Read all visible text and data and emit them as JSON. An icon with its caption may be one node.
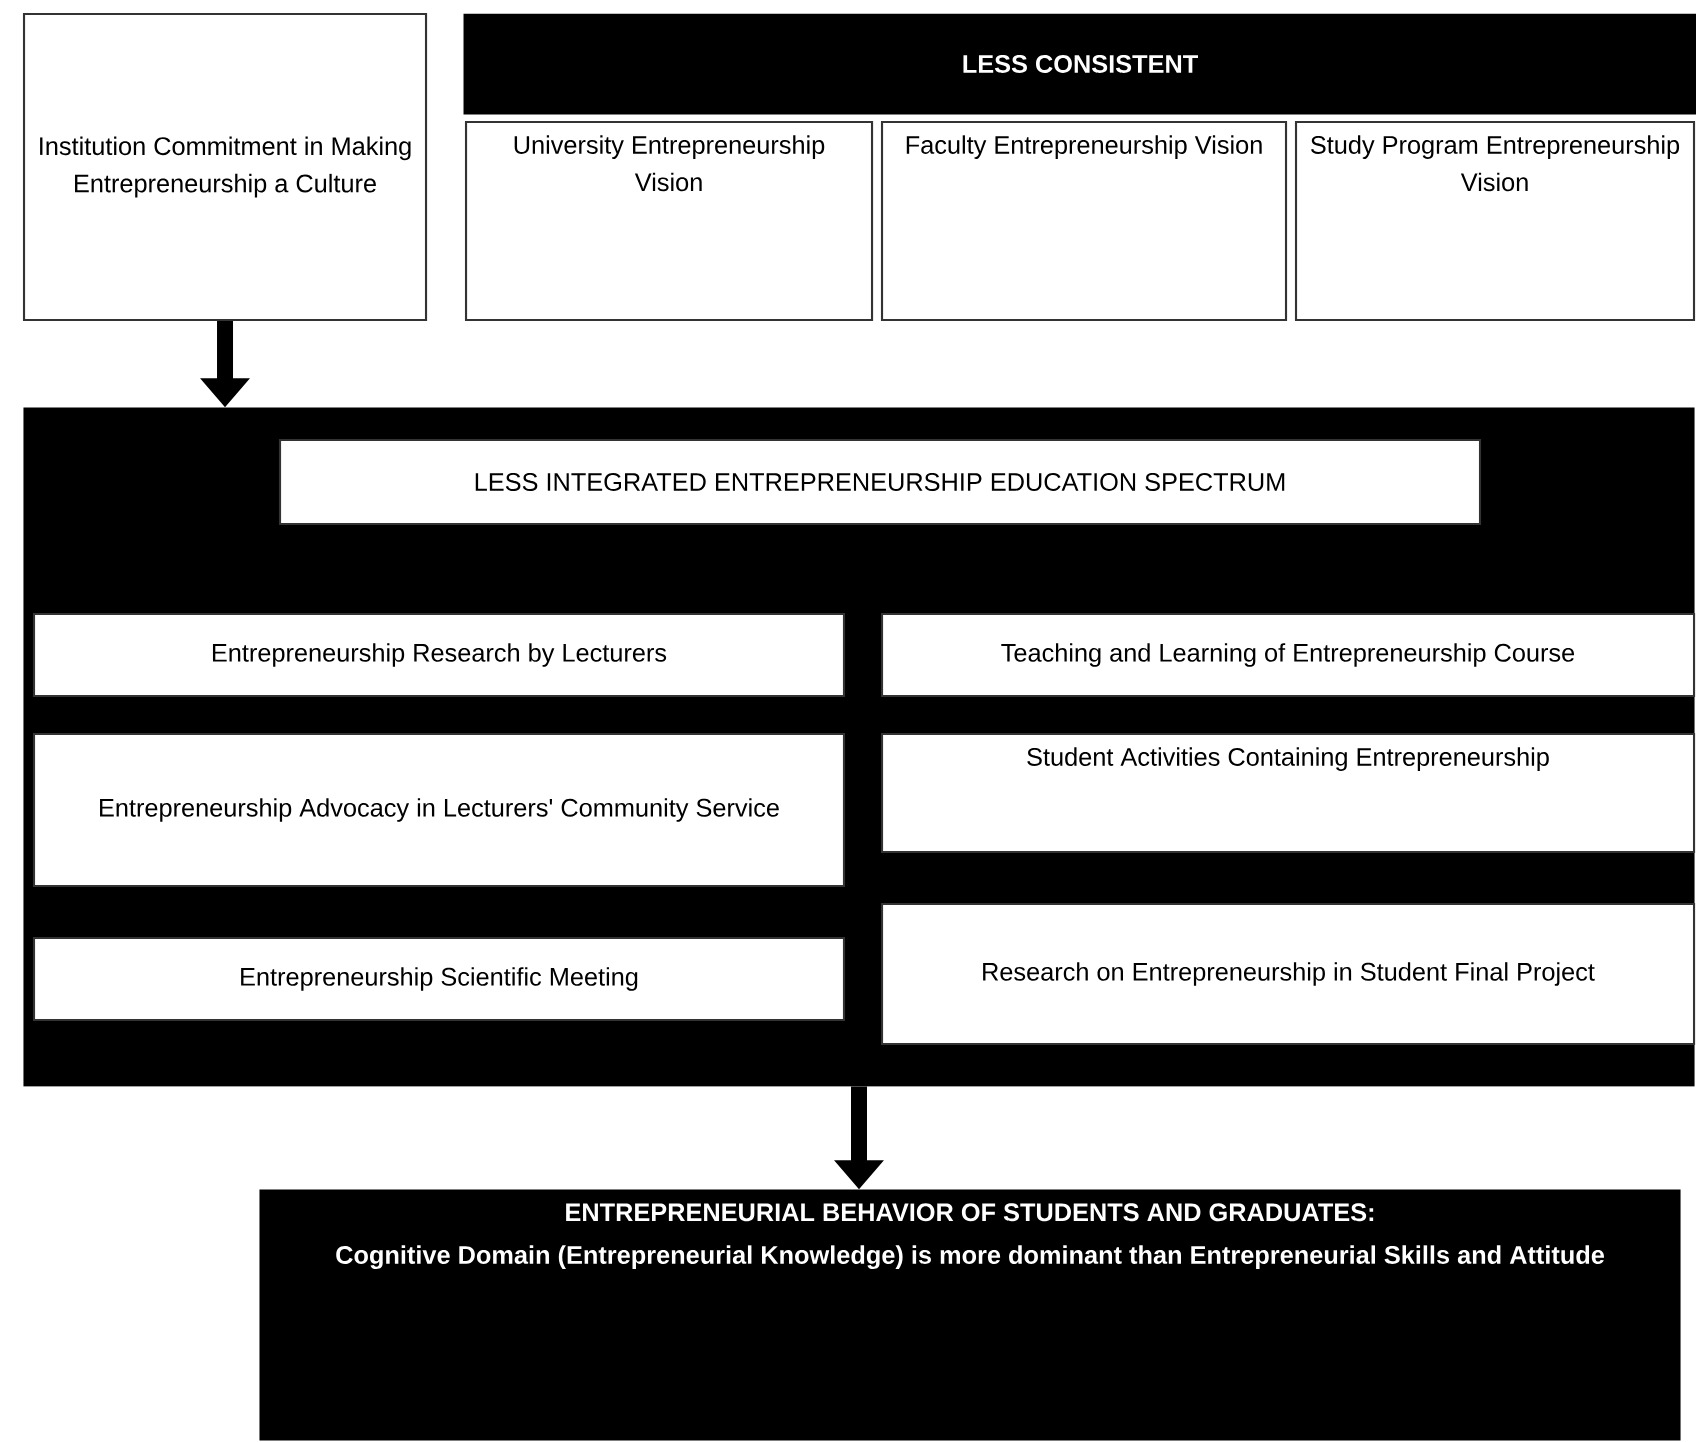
{
  "diagram": {
    "nodes": [
      {
        "text": [
          "Institution Commitment in Making Entrepreneurship a Culture"
        ]
      },
      {
        "text": [
          "LESS CONSISTENT"
        ]
      },
      {
        "text": [
          "University Entrepreneurship Vision"
        ]
      },
      {
        "text": [
          "Faculty Entrepreneurship Vision"
        ]
      },
      {
        "text": [
          "Study Program Entrepreneurship Vision"
        ]
      },
      {
        "text": [],
        "shape": "box"
      },
      {
        "text": [
          "LESS INTEGRATED ENTREPRENEURSHIP EDUCATION SPECTRUM"
        ],
        "in": 5
      },
      {
        "text": [
          "Entrepreneurship Research by Lecturers"
        ],
        "in": 5
      },
      {
        "text": [
          "Entrepreneurship Advocacy in Lecturers' Community Service"
        ],
        "in": 5
      },
      {
        "text": [
          "Entrepreneurship Scientific Meeting"
        ],
        "in": 5
      },
      {
        "text": [
          "Teaching and Learning of Entrepreneurship Course"
        ],
        "in": 5
      },
      {
        "text": [
          "Student Activities Containing Entrepreneurship"
        ],
        "in": 5
      },
      {
        "text": [
          "Research on Entrepreneurship in Student Final Project"
        ],
        "in": 5
      },
      {
        "text": [
          "ENTREPRENEURIAL BEHAVIOR OF STUDENTS AND GRADUATES:",
          "Cognitive Domain (Entrepreneurial Knowledge) is more dominant than Entrepreneurial Skills and Attitude"
        ]
      }
    ],
    "edges": [
      {
        "from": 0,
        "to": 5,
        "arrow": "to"
      },
      {
        "from": 5,
        "to": 13,
        "arrow": "to"
      }
    ]
  }
}
